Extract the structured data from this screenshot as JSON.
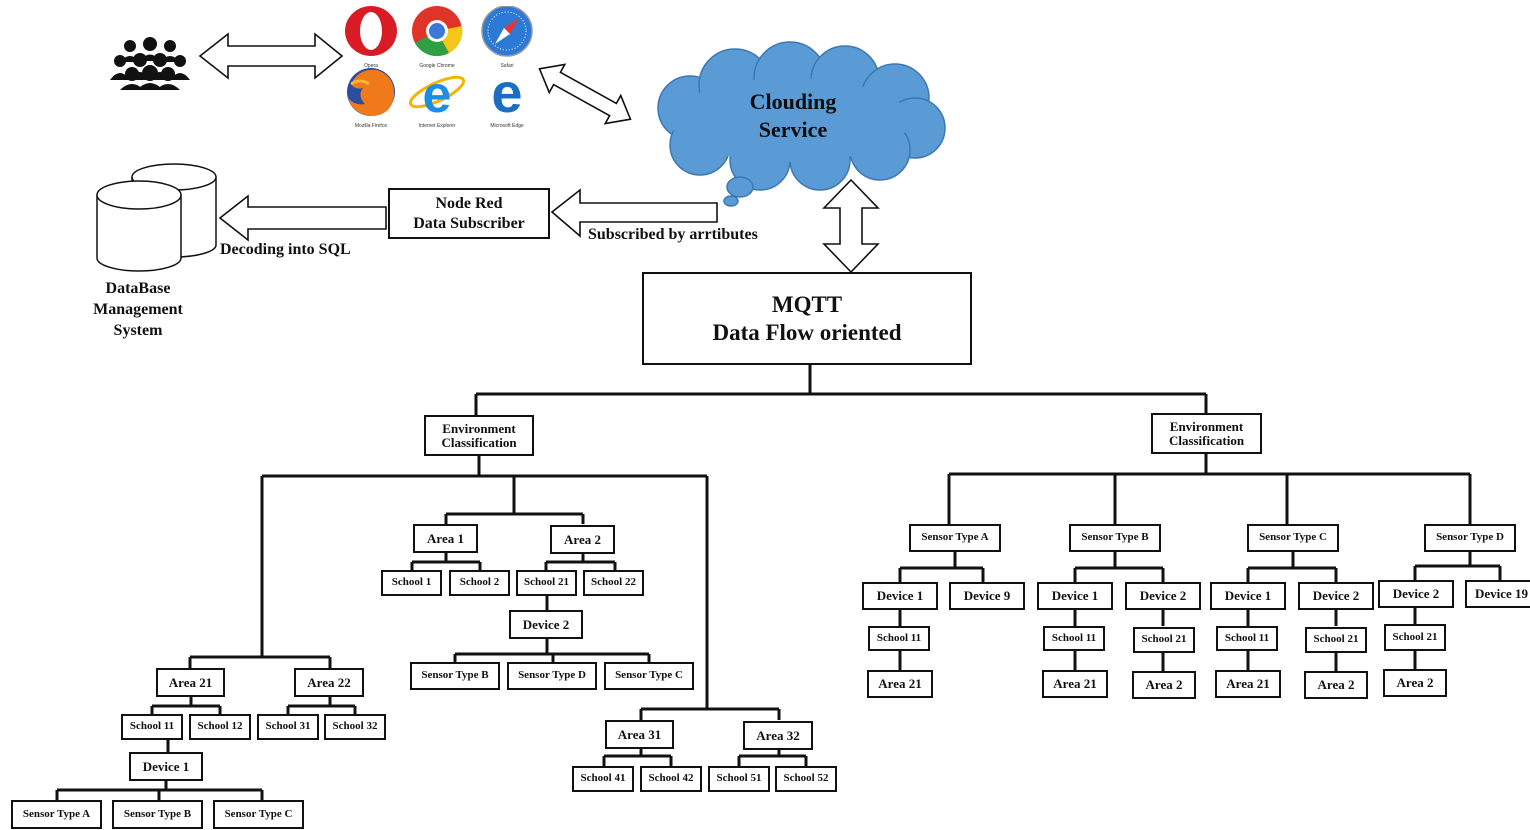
{
  "users": {
    "icon": "users-group-icon"
  },
  "browsers": [
    {
      "icon": "opera-icon",
      "caption": "Opera"
    },
    {
      "icon": "chrome-icon",
      "caption": "Google Chrome"
    },
    {
      "icon": "safari-icon",
      "caption": "Safari"
    },
    {
      "icon": "firefox-icon",
      "caption": "Mozilla Firefox"
    },
    {
      "icon": "internet-explorer-icon",
      "caption": "Internet Explorer"
    },
    {
      "icon": "edge-icon",
      "caption": "Microsoft Edge"
    }
  ],
  "cloud": {
    "line1": "Clouding",
    "line2": "Service",
    "color": "#5b9bd5"
  },
  "node_red": {
    "line1": "Node Red",
    "line2": "Data Subscriber"
  },
  "labels": {
    "subscribed": "Subscribed by arrtibutes",
    "decoding": "Decoding into SQL"
  },
  "database": {
    "icon": "database-icon",
    "line1": "DataBase",
    "line2": "Management",
    "line3": "System"
  },
  "mqtt": {
    "line1": "MQTT",
    "line2": "Data Flow oriented"
  },
  "left_tree": {
    "env": "Environment Classification",
    "area1": "Area 1",
    "area2": "Area 2",
    "school1": "School 1",
    "school2": "School 2",
    "school21": "School 21",
    "school22": "School 22",
    "device2": "Device 2",
    "sensor_b": "Sensor Type B",
    "sensor_d": "Sensor Type D",
    "sensor_c": "Sensor Type C",
    "area21": "Area 21",
    "area22": "Area 22",
    "school11": "School 11",
    "school12": "School 12",
    "school31": "School 31",
    "school32": "School 32",
    "device1": "Device 1",
    "sensor_a2": "Sensor Type A",
    "sensor_b2": "Sensor Type B",
    "sensor_c2": "Sensor Type C",
    "area31": "Area 31",
    "area32": "Area 32",
    "school41": "School 41",
    "school42": "School 42",
    "school51": "School 51",
    "school52": "School 52"
  },
  "right_tree": {
    "env": "Environment Classification",
    "sensor_a": "Sensor Type A",
    "sensor_b": "Sensor Type B",
    "sensor_c": "Sensor Type C",
    "sensor_d": "Sensor Type D",
    "a_dev1": "Device 1",
    "a_dev9": "Device 9",
    "a_school": "School 11",
    "a_area": "Area 21",
    "b_dev1": "Device 1",
    "b_dev2": "Device 2",
    "b_school1": "School 11",
    "b_school2": "School 21",
    "b_area1": "Area 21",
    "b_area2": "Area 2",
    "c_dev1": "Device 1",
    "c_dev2": "Device 2",
    "c_school1": "School 11",
    "c_school2": "School 21",
    "c_area1": "Area 21",
    "c_area2": "Area 2",
    "d_dev2": "Device 2",
    "d_dev19": "Device 19",
    "d_school": "School 21",
    "d_area": "Area 2"
  }
}
